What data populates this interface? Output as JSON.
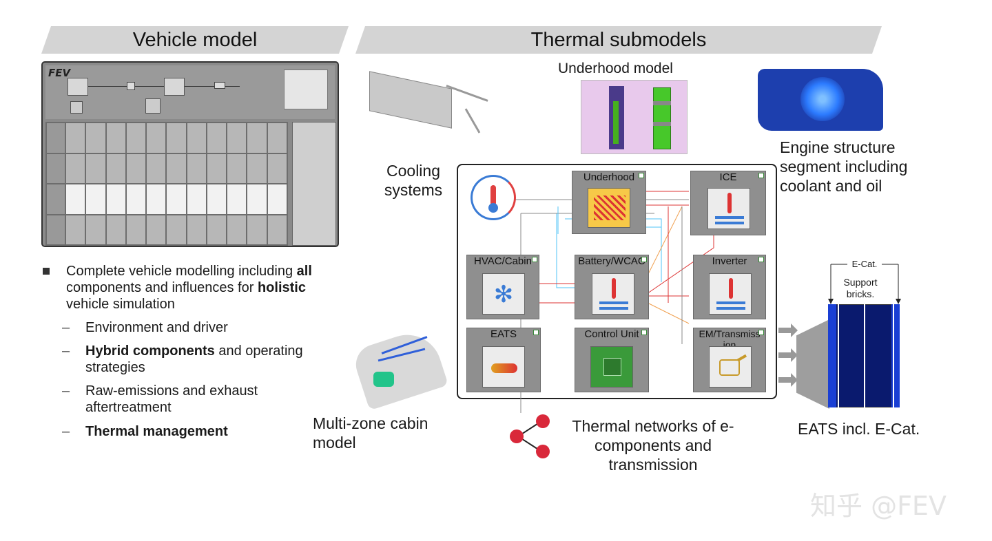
{
  "headers": {
    "vehicle_model": "Vehicle model",
    "thermal_submodels": "Thermal submodels"
  },
  "vehicle_screenshot": {
    "logo": "FEV"
  },
  "bullets": {
    "main": {
      "pre": "Complete vehicle modelling including ",
      "b1": "all",
      "mid": " components and influences for ",
      "b2": "holistic",
      "post": " vehicle simulation"
    },
    "sub1": "Environment and driver",
    "sub2": {
      "bold": "Hybrid components",
      "rest": " and operating strategies"
    },
    "sub3": "Raw-emissions and exhaust aftertreatment",
    "sub4": "Thermal management"
  },
  "labels": {
    "underhood_model": "Underhood model",
    "engine_structure": "Engine structure segment including coolant and oil",
    "cooling_systems": "Cooling systems",
    "multizone_cabin": "Multi-zone cabin model",
    "thermal_networks": "Thermal networks of e-components and transmission",
    "eats_ecat": "EATS incl. E-Cat."
  },
  "nodes": {
    "underhood": "Underhood",
    "ice": "ICE",
    "hvac": "HVAC/Cabin",
    "battery": "Battery/WCAC",
    "inverter": "Inverter",
    "eats": "EATS",
    "control_unit": "Control Unit",
    "em_trans": "EM/Transmiss ion"
  },
  "ecat": {
    "title": "E-Cat.",
    "support": "Support bricks."
  },
  "watermark": "知乎 @FEV"
}
